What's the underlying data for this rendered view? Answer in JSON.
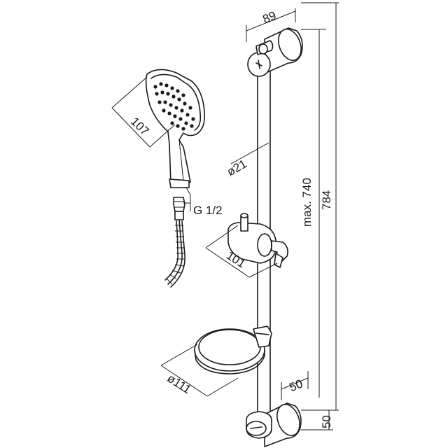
{
  "dimensions": {
    "bracket_width": "89",
    "head_width": "107",
    "rail_diameter": "ø21",
    "hose_thread": "G 1/2",
    "max_length": "max. 740",
    "total_length": "784",
    "holder_depth": "101",
    "tray_diameter": "ø111",
    "bottom_bracket_width": "50",
    "bottom_bracket_height": "50"
  }
}
